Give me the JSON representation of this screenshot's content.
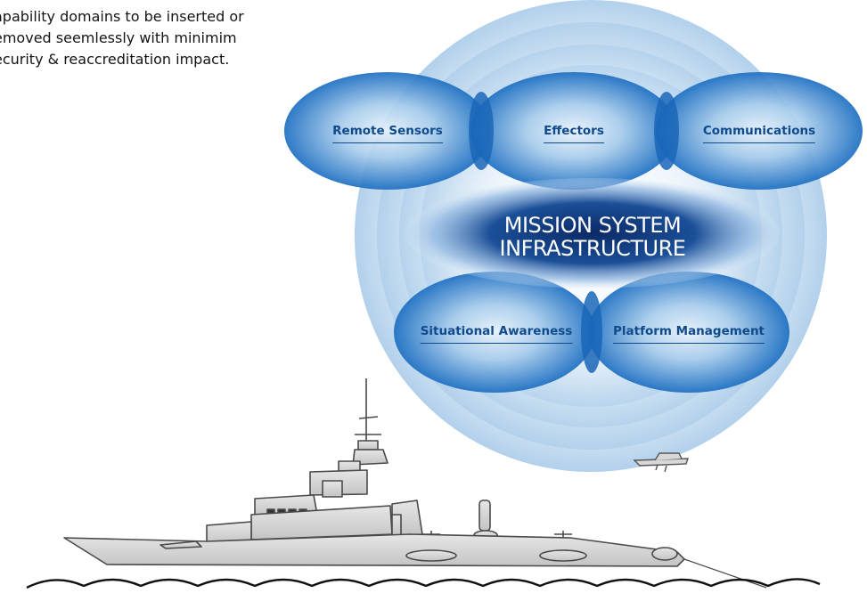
{
  "intro_text": {
    "line1": "apability domains to be inserted or",
    "line2": "emoved seemlessly with minimim",
    "line3": "ecurity & reaccreditation impact."
  },
  "diagram": {
    "center": {
      "line1": "MISSION SYSTEM",
      "line2": "INFRASTRUCTURE"
    },
    "domains": {
      "remote_sensors": "Remote Sensors",
      "effectors": "Effectors",
      "communications": "Communications",
      "situational_awareness": "Situational Awareness",
      "platform_management": "Platform Management"
    },
    "colors": {
      "halo": "#bcd8ef",
      "bubble_dark": "#1b6cc0",
      "bubble_light": "#d4e6f5",
      "core": "#0d2e6e",
      "label": "#0f4a8c"
    }
  },
  "illustration": {
    "subjects": [
      "ship-illustration",
      "drone-illustration",
      "sea-waves"
    ]
  }
}
